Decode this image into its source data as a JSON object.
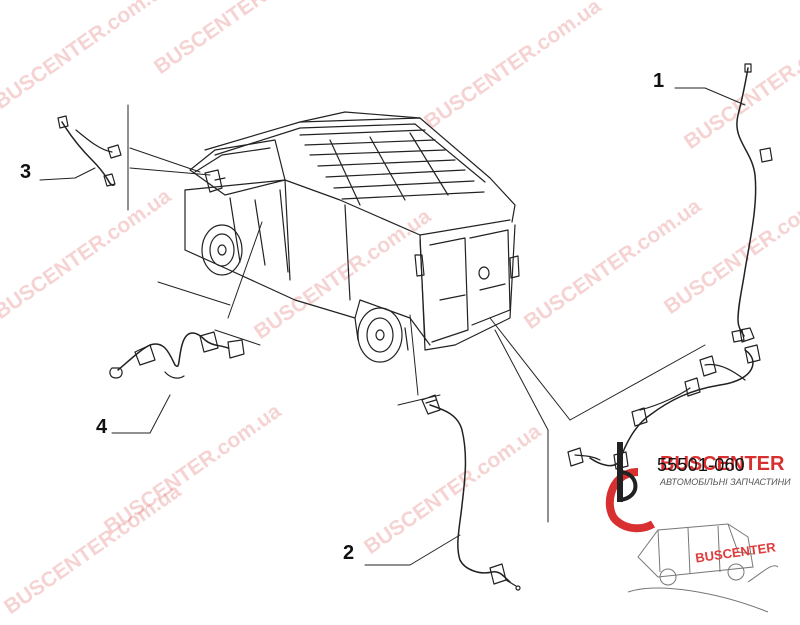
{
  "diagram": {
    "callouts": [
      "1",
      "2",
      "3",
      "4"
    ],
    "part_number": "55501-060"
  },
  "watermark": {
    "text": "BUSCENTER.com.ua",
    "color": "#e06060"
  },
  "logo": {
    "brand": "BUSCENTER",
    "subtitle": "АВТОМОБІЛЬНІ ЗАПЧАСТИНИ",
    "brand_color": "#d83030"
  }
}
